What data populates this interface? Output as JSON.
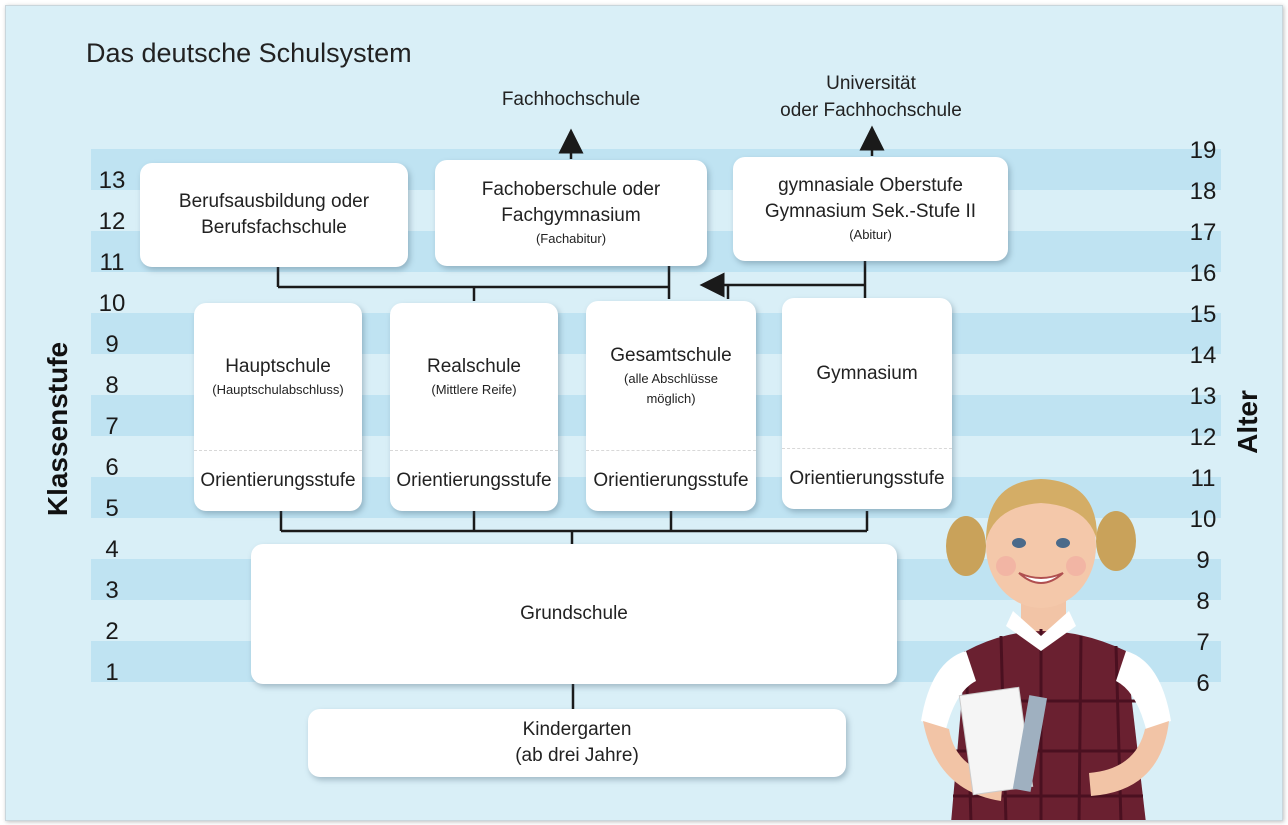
{
  "title": "Das deutsche Schulsystem",
  "axis_left_title": "Klassenstufe",
  "axis_right_title": "Alter",
  "klassenstufen": [
    "13",
    "12",
    "11",
    "10",
    "9",
    "8",
    "7",
    "6",
    "5",
    "4",
    "3",
    "2",
    "1"
  ],
  "alter": [
    "19",
    "18",
    "17",
    "16",
    "15",
    "14",
    "13",
    "12",
    "11",
    "10",
    "9",
    "8",
    "7",
    "6"
  ],
  "destinations": {
    "left": {
      "line1": "Fachhochschule"
    },
    "right": {
      "line1": "Universität",
      "line2": "oder Fachhochschule"
    }
  },
  "upper": {
    "beruf": {
      "line1": "Berufsausbildung oder",
      "line2": "Berufsfachschule"
    },
    "fachober": {
      "line1": "Fachoberschule oder",
      "line2": "Fachgymnasium",
      "note": "(Fachabitur)"
    },
    "gymober": {
      "line1": "gymnasiale Oberstufe",
      "line2": "Gymnasium Sek.-Stufe II",
      "note": "(Abitur)"
    }
  },
  "middle": {
    "haupt": {
      "name": "Hauptschule",
      "note": "(Hauptschulabschluss)",
      "orient": "Orientierungsstufe"
    },
    "real": {
      "name": "Realschule",
      "note": "(Mittlere Reife)",
      "orient": "Orientierungsstufe"
    },
    "gesamt": {
      "name": "Gesamtschule",
      "note1": "(alle Abschlüsse",
      "note2": "möglich)",
      "orient": "Orientierungsstufe"
    },
    "gym": {
      "name": "Gymnasium",
      "orient": "Orientierungsstufe"
    }
  },
  "grundschule": "Grundschule",
  "kindergarten": {
    "line1": "Kindergarten",
    "line2": "(ab drei Jahre)"
  },
  "colors": {
    "background": "#d9eff7",
    "stripe": "#bfe3f2",
    "box": "#ffffff",
    "line": "#1a1a1a"
  }
}
